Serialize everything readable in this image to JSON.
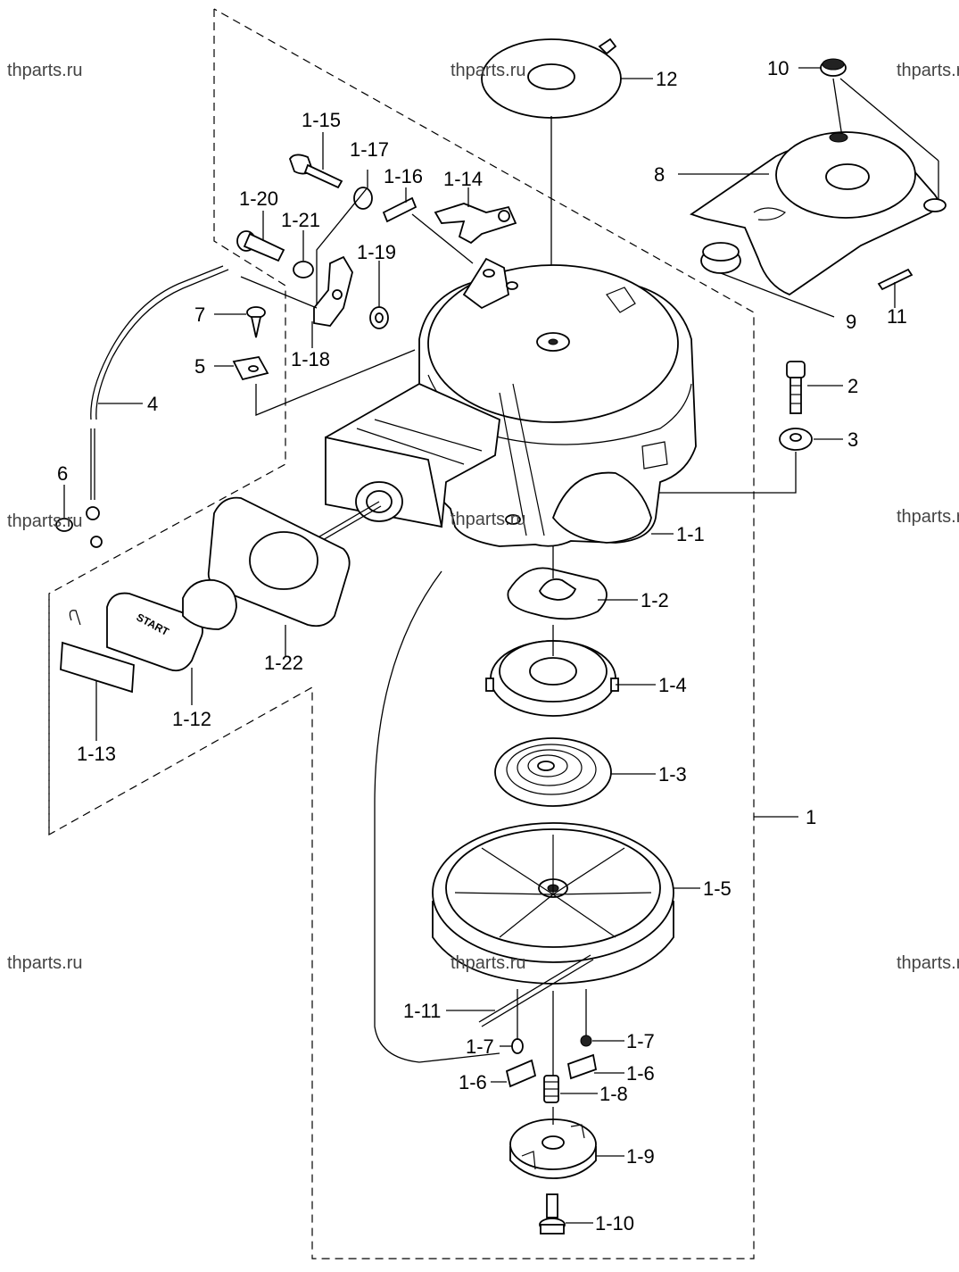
{
  "watermarks": [
    "thparts.ru",
    "thparts.ru",
    "thparts.ru",
    "thparts.ru",
    "thparts.ru",
    "thparts.ru",
    "thparts.ru",
    "thparts.ru"
  ],
  "labels": {
    "p1": "1",
    "p2": "2",
    "p3": "3",
    "p4": "4",
    "p5": "5",
    "p6": "6",
    "p7": "7",
    "p8": "8",
    "p9": "9",
    "p10": "10",
    "p11": "11",
    "p12": "12",
    "s1_1": "1-1",
    "s1_2": "1-2",
    "s1_3": "1-3",
    "s1_4": "1-4",
    "s1_5": "1-5",
    "s1_6a": "1-6",
    "s1_6b": "1-6",
    "s1_7a": "1-7",
    "s1_7b": "1-7",
    "s1_8": "1-8",
    "s1_9": "1-9",
    "s1_10": "1-10",
    "s1_11": "1-11",
    "s1_12": "1-12",
    "s1_13": "1-13",
    "s1_14": "1-14",
    "s1_15": "1-15",
    "s1_16": "1-16",
    "s1_17": "1-17",
    "s1_18": "1-18",
    "s1_19": "1-19",
    "s1_20": "1-20",
    "s1_21": "1-21",
    "s1_22": "1-22"
  },
  "handle_text": "START"
}
